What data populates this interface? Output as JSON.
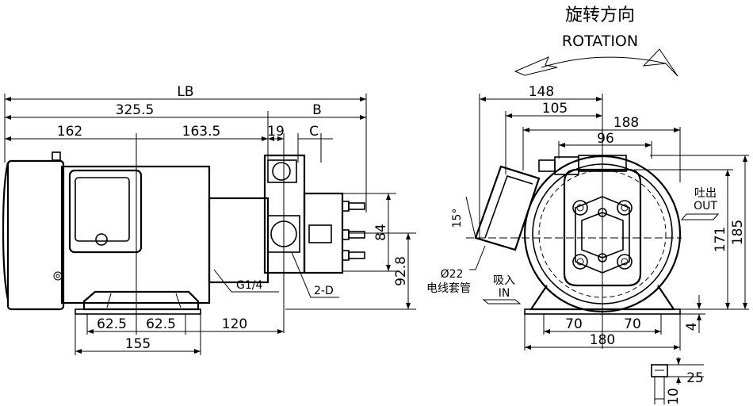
{
  "rotation": {
    "title_cn": "旋转方向",
    "title_en": "ROTATION"
  },
  "side_view": {
    "dim_LB": "LB",
    "dim_overall": "325.5",
    "dim_B": "B",
    "dim_motor": "162",
    "dim_body": "163.5",
    "dim_19": "19",
    "dim_C": "C",
    "dim_foot_half_left": "62.5",
    "dim_foot_half_right": "62.5",
    "dim_foot_to_port": "120",
    "dim_foot_length": "155",
    "dim_84": "84",
    "dim_92_8": "92.8",
    "label_port": "G1/4",
    "label_holes": "2-D"
  },
  "front_view": {
    "dim_148": "148",
    "dim_105": "105",
    "dim_188": "188",
    "dim_96": "96",
    "dim_angle": "15°",
    "dim_171": "171",
    "dim_185": "185",
    "dim_70_left": "70",
    "dim_70_right": "70",
    "dim_180": "180",
    "dim_4": "4",
    "dim_25": "25",
    "dim_10": "10",
    "label_conduit_dia": "Ø22",
    "label_conduit_cn": "电线套管",
    "label_in_cn": "吸入",
    "label_in_en": "IN",
    "label_out_cn": "吐出",
    "label_out_en": "OUT"
  }
}
